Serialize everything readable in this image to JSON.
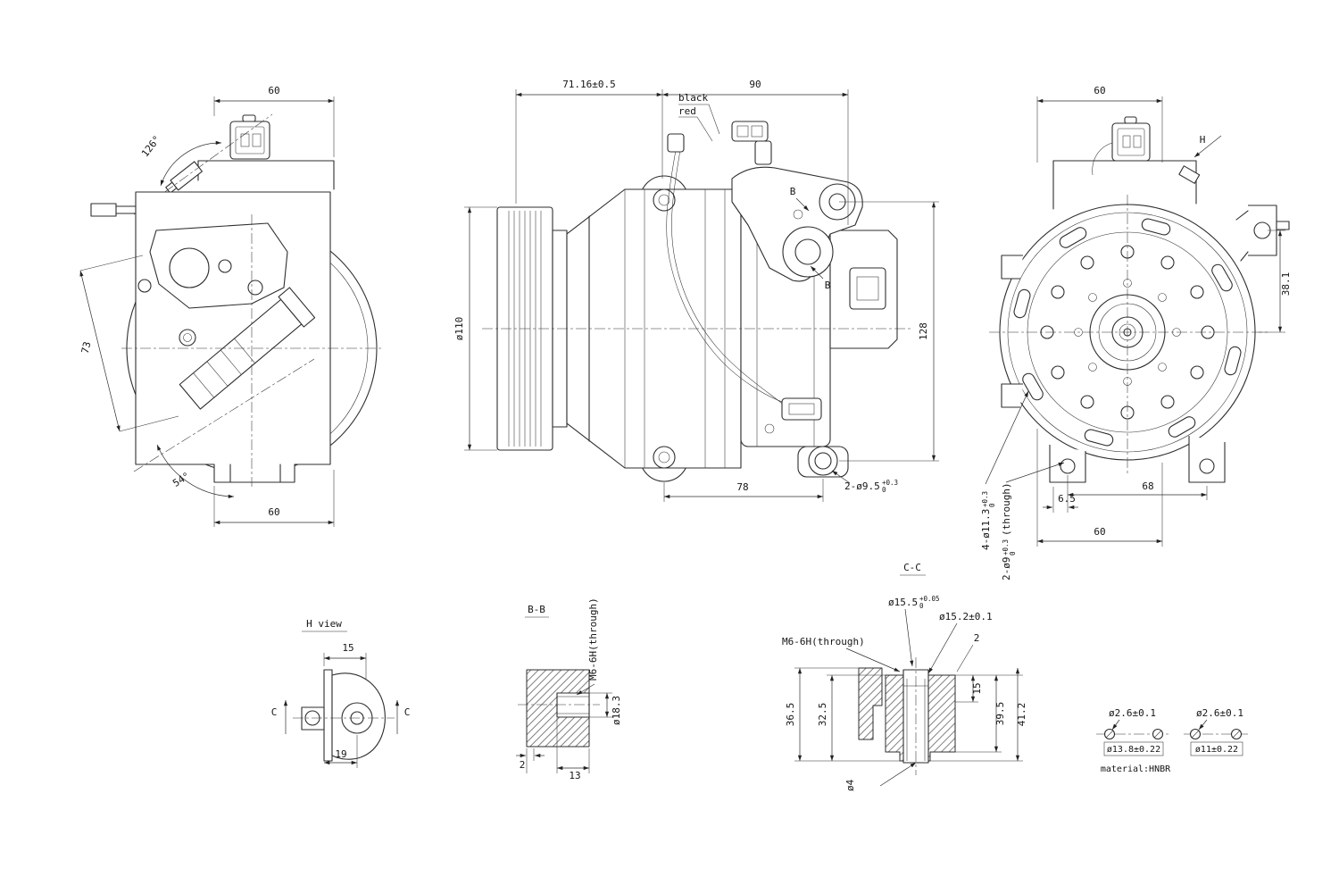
{
  "side": {
    "dim_top": "60",
    "angle_top": "126°",
    "dim_left": "73",
    "angle_bottom": "54°",
    "dim_bottom": "60"
  },
  "front": {
    "dim_depth": "71.16±0.5",
    "dim_width": "90",
    "wire_black": "black",
    "wire_red": "red",
    "pulley_dia": "ø110",
    "section_b": "B",
    "dim_height": "128",
    "dim_feet": "78",
    "feet_hole_base": "2-ø9.5",
    "feet_hole_sup": "+0.3",
    "feet_hole_sub": "0"
  },
  "rear": {
    "dim_top": "60",
    "view_h": "H",
    "dim_side": "38.1",
    "dim_foot_offset": "6.5",
    "dim_feet": "68",
    "dim_bottom": "60",
    "callout_a_base": "4-ø11.3",
    "callout_a_sup": "+0.3",
    "callout_a_sub": "0",
    "callout_b_base": "2-ø9",
    "callout_b_sup": "+0.3",
    "callout_b_sub": "0",
    "callout_b_suffix": "(through)"
  },
  "hview": {
    "title": "H view",
    "dim_top": "15",
    "section_c": "C",
    "dim_bottom": "19"
  },
  "bb": {
    "title": "B-B",
    "thread": "M6-6H(through)",
    "dia": "ø18.3",
    "dim_depth": "2",
    "dim_width": "13"
  },
  "cc": {
    "title": "C-C",
    "bore_base": "ø15.5",
    "bore_sup": "+0.05",
    "bore_sub": "0",
    "counterbore": "ø15.2±0.1",
    "dim_step": "2",
    "thread": "M6-6H(through)",
    "dim_15": "15",
    "dim_36_5": "36.5",
    "dim_32_5": "32.5",
    "dim_39_5": "39.5",
    "dim_41_2": "41.2",
    "drain_dia": "ø4"
  },
  "seals": {
    "seal1_cs": "ø2.6±0.1",
    "seal1_dia": "ø13.8±0.22",
    "seal2_cs": "ø2.6±0.1",
    "seal2_dia": "ø11±0.22",
    "material": "material:HNBR"
  }
}
